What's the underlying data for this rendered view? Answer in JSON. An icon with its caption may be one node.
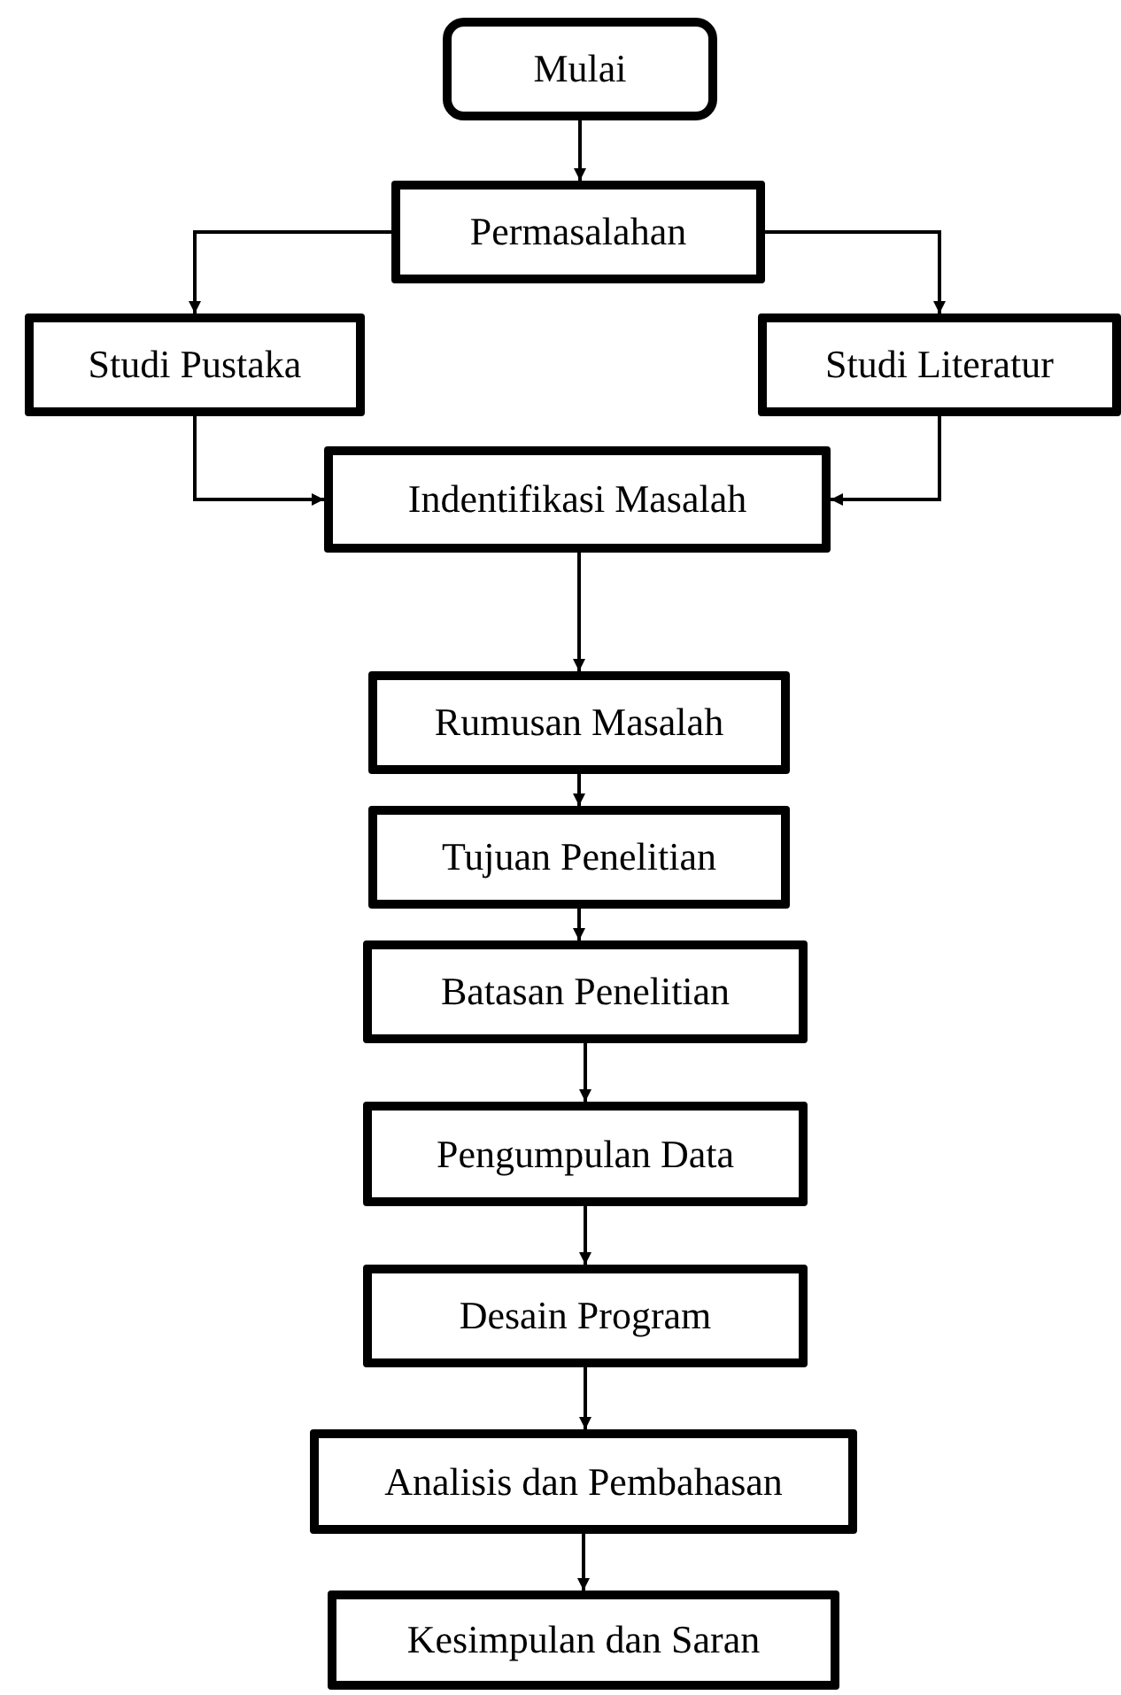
{
  "diagram": {
    "nodes": [
      {
        "text": [
          "Mulai"
        ]
      },
      {
        "text": [
          "Permasalahan"
        ]
      },
      {
        "text": [
          "Studi Pustaka"
        ]
      },
      {
        "text": [
          "Studi Literatur"
        ]
      },
      {
        "text": [
          "Indentifikasi Masalah"
        ]
      },
      {
        "text": [
          "Rumusan Masalah"
        ]
      },
      {
        "text": [
          "Tujuan Penelitian"
        ]
      },
      {
        "text": [
          "Batasan Penelitian"
        ]
      },
      {
        "text": [
          "Pengumpulan Data"
        ]
      },
      {
        "text": [
          "Desain Program"
        ]
      },
      {
        "text": [
          "Analisis dan Pembahasan"
        ]
      },
      {
        "text": [
          "Kesimpulan dan Saran"
        ]
      }
    ],
    "edges": [
      {
        "from": 0,
        "to": 1,
        "arrow": "to"
      },
      {
        "from": 1,
        "to": 2,
        "arrow": "to"
      },
      {
        "from": 1,
        "to": 3,
        "arrow": "to"
      },
      {
        "from": 2,
        "to": 4,
        "arrow": "to"
      },
      {
        "from": 3,
        "to": 4,
        "arrow": "to"
      },
      {
        "from": 4,
        "to": 5,
        "arrow": "to"
      },
      {
        "from": 5,
        "to": 6,
        "arrow": "to"
      },
      {
        "from": 6,
        "to": 7,
        "arrow": "to"
      },
      {
        "from": 7,
        "to": 8,
        "arrow": "to"
      },
      {
        "from": 8,
        "to": 9,
        "arrow": "to"
      },
      {
        "from": 9,
        "to": 10,
        "arrow": "to"
      },
      {
        "from": 10,
        "to": 11,
        "arrow": "to"
      }
    ]
  }
}
